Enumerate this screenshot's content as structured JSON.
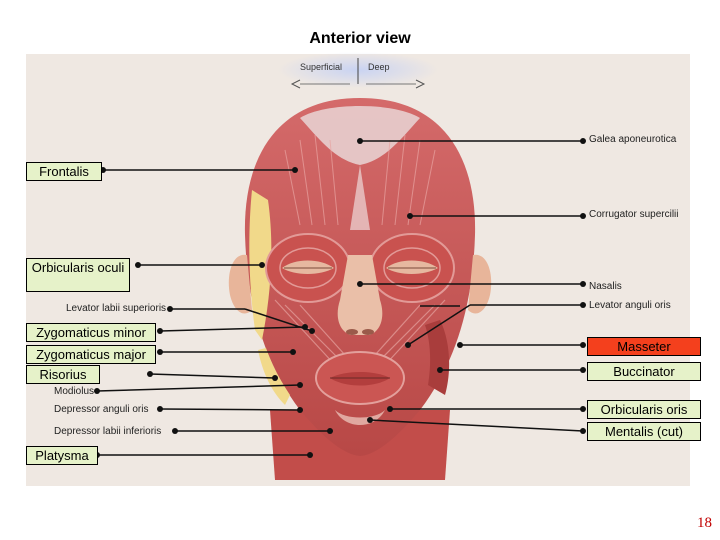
{
  "title": "Anterior view",
  "toggle": {
    "left": "Superficial",
    "right": "Deep"
  },
  "labels": {
    "galea": "Galea aponeurotica",
    "frontalis": "Frontalis",
    "corrugator": "Corrugator supercilii",
    "orbicularis_oculi": "Orbicularis oculi",
    "nasalis": "Nasalis",
    "levator_labii": "Levator labii superioris",
    "levator_anguli": "Levator anguli oris",
    "zyg_minor": "Zygomaticus minor",
    "zyg_major": "Zygomaticus major",
    "masseter": "Masseter",
    "risorius": "Risorius",
    "buccinator": "Buccinator",
    "modiolus": "Modiolus",
    "depressor_anguli": "Depressor anguli oris",
    "orbicularis_oris": "Orbicularis oris",
    "depressor_labii": "Depressor labii inferioris",
    "mentalis": "Mentalis (cut)",
    "platysma": "Platysma"
  },
  "page_number": "18",
  "colors": {
    "muscle": "#c8504e",
    "box_green": "#e6f2c9",
    "box_red": "#f4401d",
    "page_number": "#c00000"
  }
}
